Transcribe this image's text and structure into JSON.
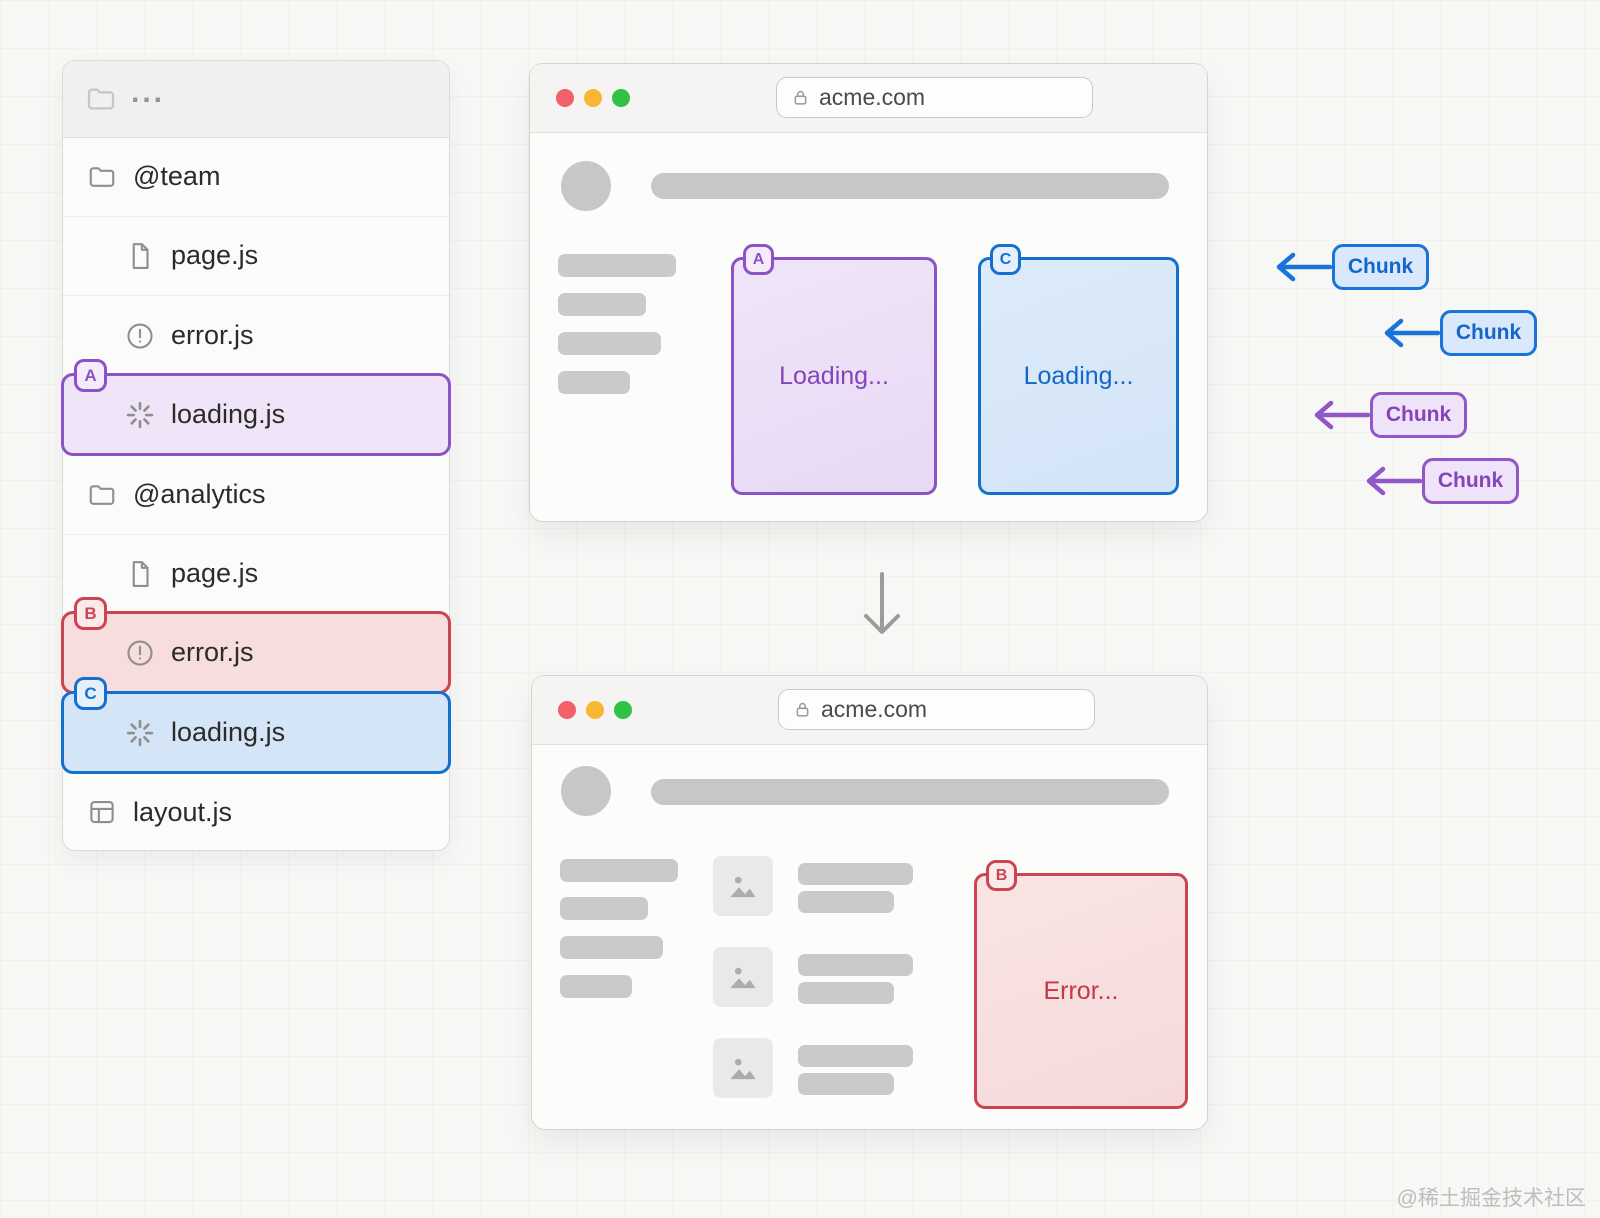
{
  "watermark": "@稀土掘金技术社区",
  "file_tree": {
    "header": {
      "label": "...",
      "icon": "folder"
    },
    "items": [
      {
        "label": "@team",
        "icon": "folder",
        "level": 0
      },
      {
        "label": "page.js",
        "icon": "file",
        "level": 1
      },
      {
        "label": "error.js",
        "icon": "alert-circle",
        "level": 1
      },
      {
        "label": "loading.js",
        "icon": "spinner",
        "level": 1,
        "badge": "A",
        "highlight": "purple"
      },
      {
        "label": "@analytics",
        "icon": "folder",
        "level": 0
      },
      {
        "label": "page.js",
        "icon": "file",
        "level": 1
      },
      {
        "label": "error.js",
        "icon": "alert-circle",
        "level": 1,
        "badge": "B",
        "highlight": "red"
      },
      {
        "label": "loading.js",
        "icon": "spinner",
        "level": 1,
        "badge": "C",
        "highlight": "blue"
      },
      {
        "label": "layout.js",
        "icon": "layout",
        "level": 0
      }
    ]
  },
  "top_browser": {
    "url": "acme.com",
    "cards": [
      {
        "badge": "A",
        "label": "Loading...",
        "color": "purple"
      },
      {
        "badge": "C",
        "label": "Loading...",
        "color": "blue"
      }
    ]
  },
  "bottom_browser": {
    "url": "acme.com",
    "error_card": {
      "badge": "B",
      "label": "Error...",
      "color": "red"
    }
  },
  "chunk_labels": [
    {
      "label": "Chunk",
      "color": "blue"
    },
    {
      "label": "Chunk",
      "color": "blue"
    },
    {
      "label": "Chunk",
      "color": "purple"
    },
    {
      "label": "Chunk",
      "color": "purple"
    }
  ],
  "colors": {
    "purple": "#8c52c7",
    "blue": "#1a73d8",
    "red": "#cc4351",
    "traffic_red": "#f2606a",
    "traffic_yellow": "#f7b733",
    "traffic_green": "#2fc244"
  }
}
